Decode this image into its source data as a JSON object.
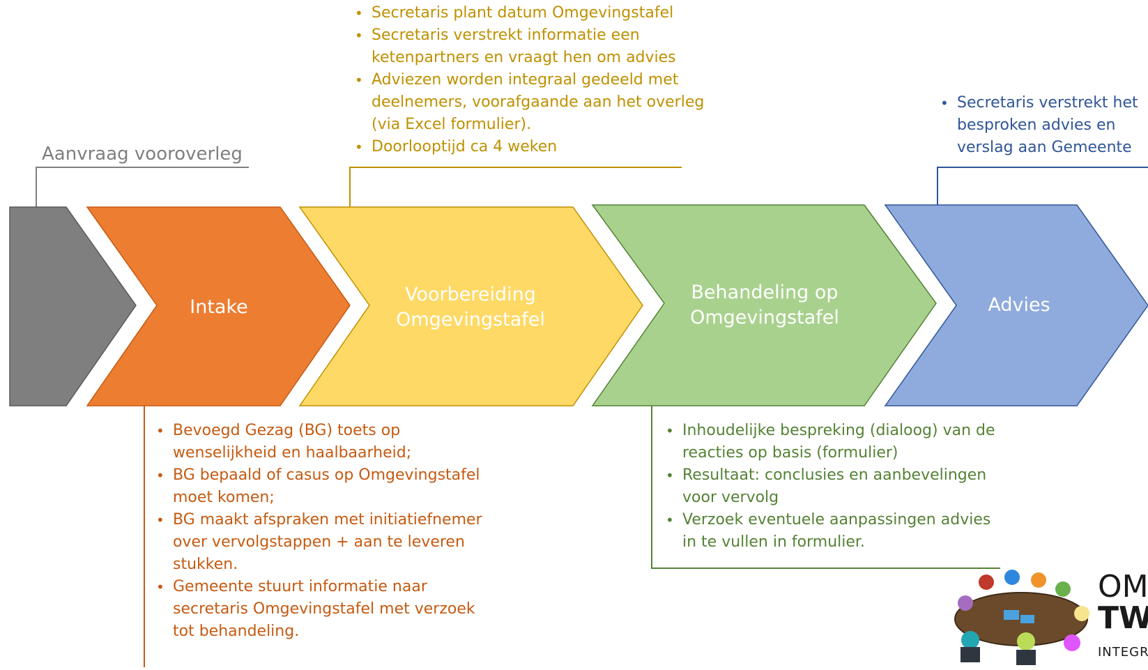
{
  "request_label": "Aanvraag vooroverleg",
  "steps": [
    {
      "name": "start",
      "label_lines": [],
      "color": "#7f7f7f"
    },
    {
      "name": "intake",
      "label_lines": [
        "Intake"
      ],
      "color": "#ed7d31"
    },
    {
      "name": "voorbereiding",
      "label_lines": [
        "Voorbereiding",
        "Omgevingstafel"
      ],
      "color": "#ffd966"
    },
    {
      "name": "behandeling",
      "label_lines": [
        "Behandeling op",
        "Omgevingstafel"
      ],
      "color": "#a9d18e"
    },
    {
      "name": "advies",
      "label_lines": [
        "Advies"
      ],
      "color": "#8faadc"
    }
  ],
  "notes": {
    "voorbereiding": [
      "Secretaris plant datum Omgevingstafel",
      "Secretaris verstrekt informatie een ketenpartners en vraagt hen om advies",
      "Adviezen worden integraal gedeeld met deelnemers, voorafgaande aan het overleg (via Excel formulier).",
      "Doorlooptijd ca 4 weken"
    ],
    "intake": [
      "Bevoegd Gezag (BG) toets op wenselijkheid en haalbaarheid;",
      "BG bepaald of casus op Omgevingstafel moet komen;",
      "BG maakt afspraken met initiatiefnemer over vervolgstappen + aan te leveren stukken.",
      "Gemeente stuurt informatie naar secretaris Omgevingstafel met verzoek tot behandeling."
    ],
    "behandeling": [
      "Inhoudelijke bespreking (dialoog) van de reacties op basis (formulier)",
      "Resultaat: conclusies en aanbevelingen voor vervolg",
      "Verzoek eventuele aanpassingen advies in te vullen in formulier."
    ],
    "advies": [
      "Secretaris verstrekt het besproken advies en verslag aan Gemeente"
    ]
  },
  "logo": {
    "line1": "OM",
    "line2": "TW",
    "line3": "INTEGR"
  }
}
